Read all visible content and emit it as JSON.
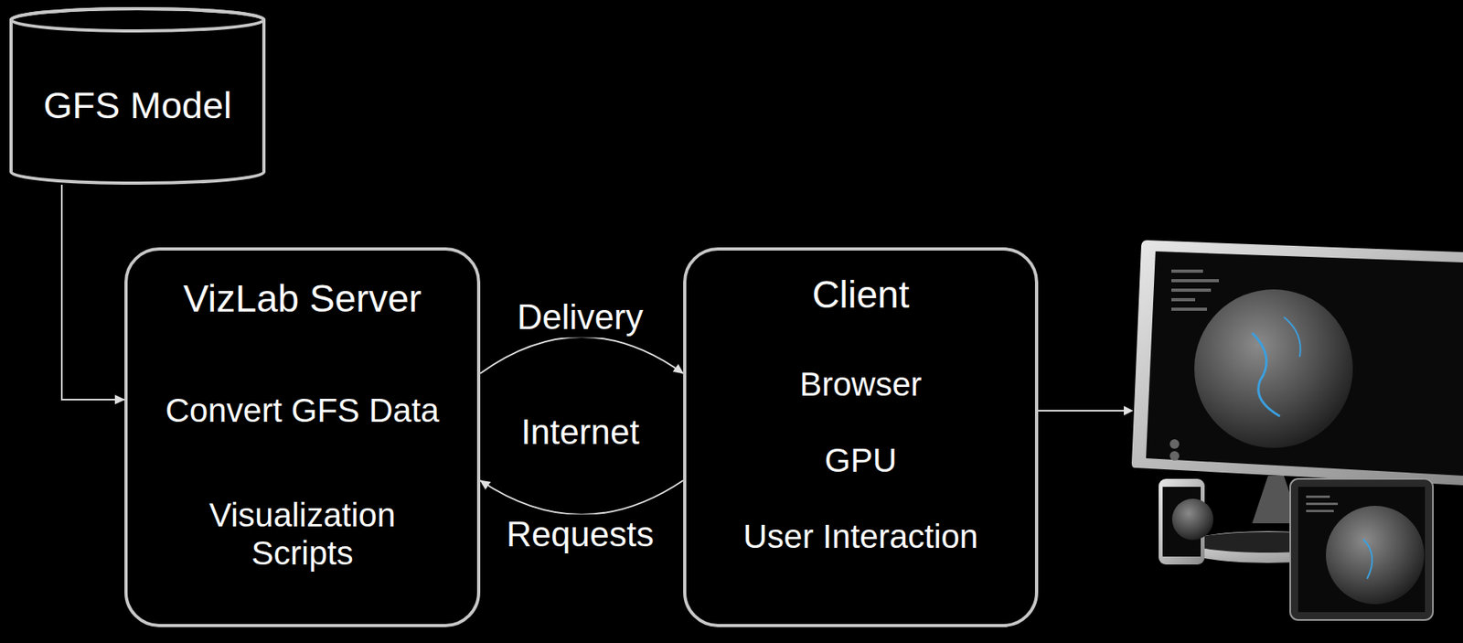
{
  "diagram": {
    "nodes": [
      {
        "text": [
          "GFS Model"
        ]
      },
      {
        "text": [
          "VizLab Server",
          "Convert GFS Data",
          "Visualization Scripts"
        ]
      },
      {
        "text": [
          "Client",
          "Browser",
          "GPU",
          "User Interaction"
        ]
      }
    ],
    "edges": [
      {
        "from": 0,
        "to": 1,
        "arrow": "to"
      },
      {
        "from": 1,
        "to": 2,
        "label": "Delivery",
        "arrow": "to"
      },
      {
        "from": 2,
        "to": 1,
        "label": "Requests",
        "arrow": "to"
      }
    ],
    "labels": [
      "Internet"
    ]
  }
}
